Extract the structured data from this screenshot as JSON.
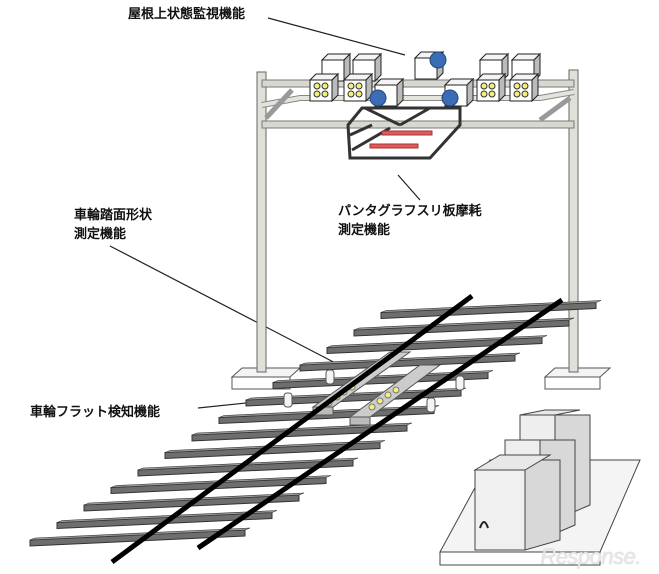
{
  "labels": {
    "roof_monitoring": "屋根上状態監視機能",
    "pantograph_line1": "パンタグラフスリ板摩耗",
    "pantograph_line2": "測定機能",
    "tread_line1": "車輪踏面形状",
    "tread_line2": "測定機能",
    "wheel_flat": "車輪フラット検知機能"
  },
  "watermark": "Response.",
  "colors": {
    "camera_blue": "#3a6db5",
    "led_yellow": "#f2ef7a",
    "sensor_red": "#e05a5a",
    "frame_gray": "#d8d8d0",
    "tie_gray": "#6e6e6e"
  }
}
